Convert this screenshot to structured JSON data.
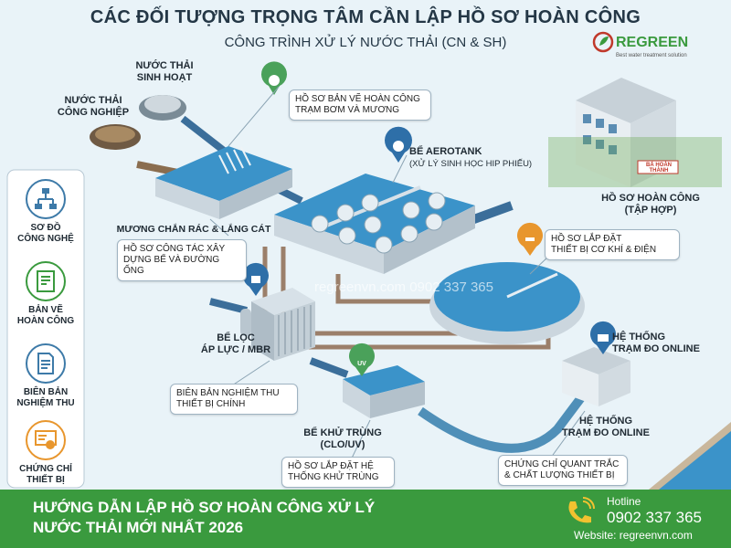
{
  "header": {
    "title": "CÁC ĐỐI TƯỢNG TRỌNG TÂM CẦN LẬP HỒ SƠ HOÀN CÔNG",
    "subtitle": "CÔNG TRÌNH XỬ LÝ NƯỚC THẢI (CN & SH)"
  },
  "logo": {
    "name": "REGREEN",
    "tagline": "Best water treatment solution"
  },
  "inputs": {
    "domestic": [
      "NƯỚC THẢI",
      "SINH HOẠT"
    ],
    "industrial": [
      "NƯỚC THẢI",
      "CÔNG NGHIỆP"
    ]
  },
  "units": {
    "screen": [
      "MƯƠNG CHẮN RÁC",
      "& LẮNG CÁT"
    ],
    "aerotank": "BỂ AEROTANK",
    "aerotank_note": "(XỬ LÝ SINH HỌC HIP PHIẾU)",
    "filter": [
      "BỂ LỌC",
      "ÁP LỰC / MBR"
    ],
    "disinfect": [
      "BỂ KHỬ TRÙNG",
      "(CLO/UV)"
    ],
    "building": [
      "HỒ SƠ HOÀN CÔNG",
      "(TẬP HỢP)"
    ],
    "building_sign": "BẢ HOÀN THÀNH",
    "monitor_top": [
      "HỆ THỐNG",
      "TRẠM ĐO ONLINE"
    ],
    "monitor_bottom": [
      "HỆ THỐNG",
      "TRẠM ĐO ONLINE"
    ],
    "uv_badge": "UV"
  },
  "callouts": {
    "pump": [
      "HỒ SƠ BẢN VẼ HOÀN CÔNG",
      "TRẠM BƠM VÀ MƯƠNG"
    ],
    "construction": [
      "HỒ SƠ CÔNG TÁC XÂY",
      "DỰNG BỂ VÀ ĐƯỜNG ỐNG"
    ],
    "mechanical": [
      "HỒ SƠ LẮP ĐẶT",
      "THIẾT BỊ CƠ KHÍ & ĐIỆN"
    ],
    "acceptance": [
      "BIÊN BẢN NGHIỆM THU",
      "THIẾT BỊ CHÍNH"
    ],
    "disinfect_install": [
      "HỒ SƠ LẮP ĐẶT HỆ",
      "THỐNG KHỬ TRÙNG"
    ],
    "certificate": [
      "CHỨNG CHỈ QUANT TRẮC",
      "& CHẤT LƯỢNG THIẾT BỊ"
    ]
  },
  "sidebar": [
    {
      "label": [
        "SƠ ĐỒ",
        "CÔNG NGHỆ"
      ],
      "icon": "flowchart-icon"
    },
    {
      "label": [
        "BẢN VẼ",
        "HOÀN CÔNG"
      ],
      "icon": "blueprint-icon"
    },
    {
      "label": [
        "BIÊN BẢN",
        "NGHIỆM THU"
      ],
      "icon": "document-icon"
    },
    {
      "label": [
        "CHỨNG CHỈ",
        "THIẾT BỊ"
      ],
      "icon": "certificate-icon"
    }
  ],
  "watermark": "regreenvn.com 0902 337 365",
  "footer": {
    "line1": "HƯỚNG DẪN LẬP HỒ SƠ HOÀN CÔNG XỬ LÝ",
    "line2": "NƯỚC THẢI MỚI NHẤT 2026",
    "hotline_label": "Hotline",
    "hotline": "0902 337 365",
    "website": "Website: regreenvn.com"
  },
  "colors": {
    "background": "#e9f3f8",
    "water": "#3b93c9",
    "tank": "#d7e1e8",
    "footer": "#3a9a3e",
    "accent_blue": "#3d7aa8",
    "pipe": "#9b7f6a"
  }
}
